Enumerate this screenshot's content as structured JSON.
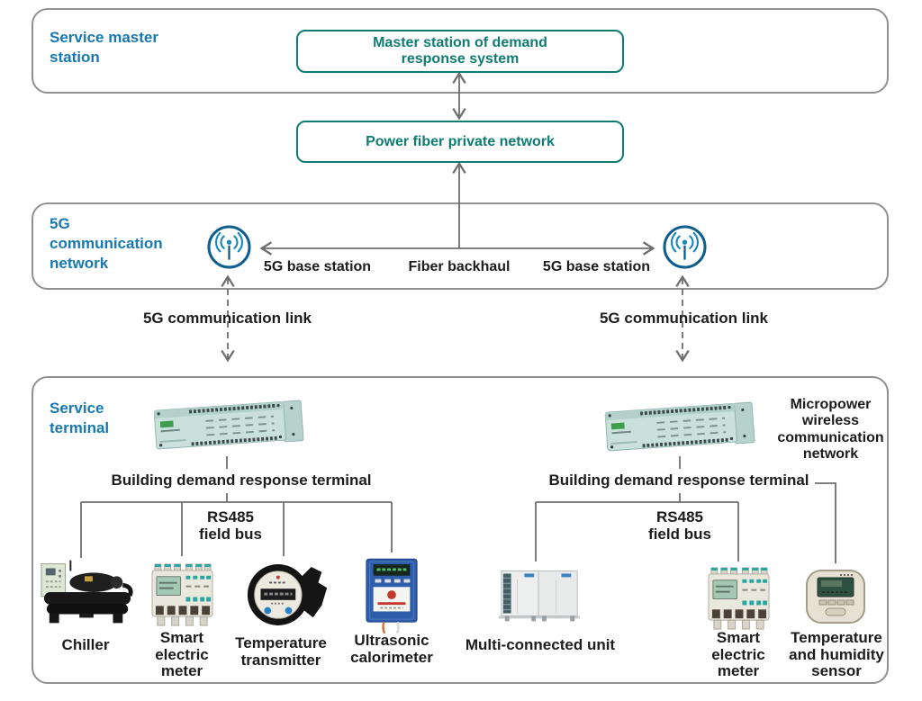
{
  "colors": {
    "accent_blue": "#1878b0",
    "teal": "#0e7c72",
    "line_gray": "#6e6e6e",
    "text_black": "#1c1c1c",
    "icon_blue_dark": "#0d5e8f",
    "icon_blue_light": "#1787bf"
  },
  "master_section": {
    "label": "Service master\nstation",
    "master_box": "Master station of demand\nresponse system"
  },
  "fiber_box": "Power fiber private network",
  "network_section": {
    "label": "5G\ncommunication\nnetwork",
    "left_station": "5G base station",
    "backhaul": "Fiber backhaul",
    "right_station": "5G base station"
  },
  "links": {
    "left": "5G communication link",
    "right": "5G communication link"
  },
  "terminal_section": {
    "label": "Service\nterminal",
    "left_terminal": "Building demand response terminal",
    "right_terminal": "Building demand response terminal",
    "left_bus": "RS485\nfield bus",
    "right_bus": "RS485\nfield bus",
    "micropower": "Micropower\nwireless\ncommunication\nnetwork",
    "devices": [
      {
        "id": "chiller",
        "label": "Chiller"
      },
      {
        "id": "smart-electric-meter-left",
        "label": "Smart\nelectric\nmeter"
      },
      {
        "id": "temperature-transmitter",
        "label": "Temperature\ntransmitter"
      },
      {
        "id": "ultrasonic-calorimeter",
        "label": "Ultrasonic\ncalorimeter"
      },
      {
        "id": "multi-connected-unit",
        "label": "Multi-connected unit"
      },
      {
        "id": "smart-electric-meter-right",
        "label": "Smart\nelectric\nmeter"
      },
      {
        "id": "temperature-humidity-sensor",
        "label": "Temperature\nand humidity\nsensor"
      }
    ]
  }
}
